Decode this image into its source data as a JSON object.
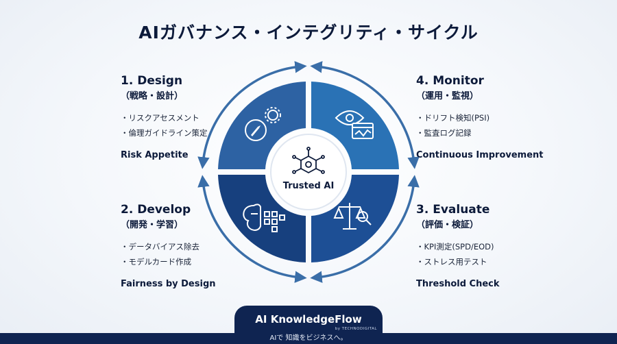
{
  "title": "AIガバナンス・インテグリティ・サイクル",
  "center": {
    "label": "Trusted AI"
  },
  "phases": [
    {
      "head": "1. Design",
      "sub": "（戦略・設計）",
      "items": [
        "・リスクアセスメント",
        "・倫理ガイドライン策定"
      ],
      "tag": "Risk Appetite",
      "icon": "compass-gear-icon"
    },
    {
      "head": "4. Monitor",
      "sub": "（運用・監視）",
      "items": [
        "・ドリフト検知(PSI)",
        "・監査ログ記録"
      ],
      "tag": "Continuous Improvement",
      "icon": "eye-monitor-icon"
    },
    {
      "head": "2. Develop",
      "sub": "（開発・学習）",
      "items": [
        "・データバイアス除去",
        "・モデルカード作成"
      ],
      "tag": "Fairness by Design",
      "icon": "brain-network-icon"
    },
    {
      "head": "3. Evaluate",
      "sub": "（評価・検証）",
      "items": [
        "・KPI測定(SPD/EOD)",
        "・ストレス用テスト"
      ],
      "tag": "Threshold Check",
      "icon": "scale-magnifier-icon"
    }
  ],
  "colors": {
    "navy": "#0f2451",
    "q_design": "#2d62a3",
    "q_monitor": "#2a72b5",
    "q_develop": "#17407e",
    "q_evaluate": "#1d4f95",
    "arrow": "#3a6ea8"
  },
  "footer": {
    "brand": "AI KnowledgeFlow",
    "by": "by TECHNODIGITAL",
    "tagline": "AIで 知識をビジネスへ。"
  }
}
